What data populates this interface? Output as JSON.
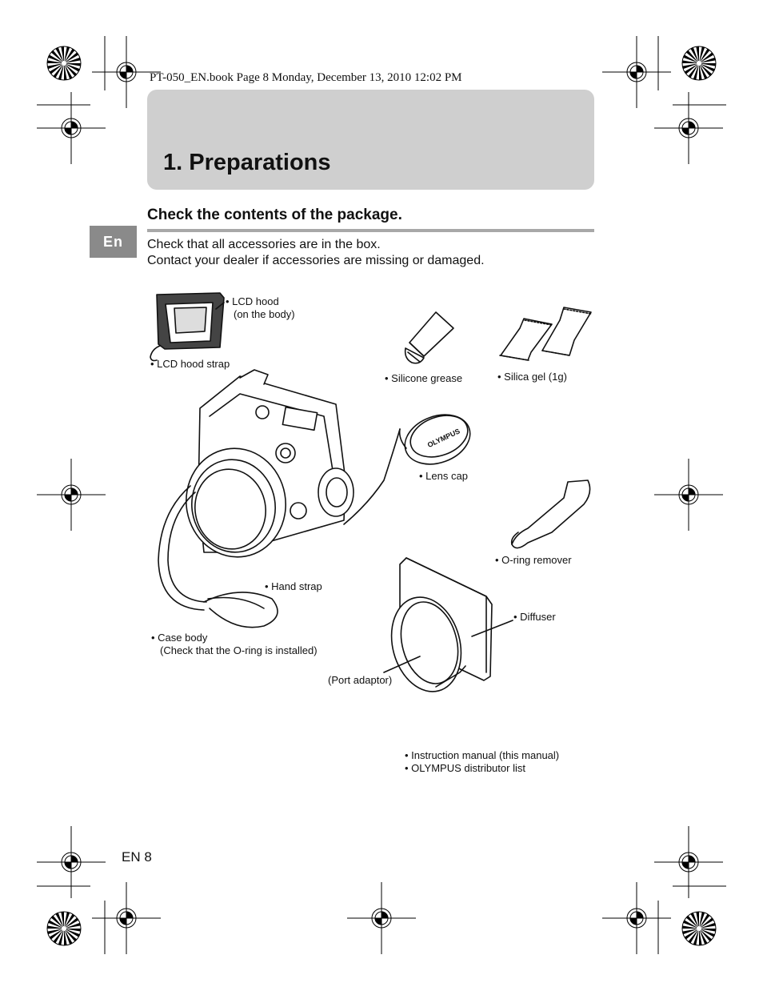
{
  "header_line": "PT-050_EN.book  Page 8  Monday, December 13, 2010  12:02 PM",
  "chapter_title": "1. Preparations",
  "section_heading": "Check the contents of the package.",
  "language_tab": "En",
  "intro": {
    "line1": "Check that all accessories are in the box.",
    "line2": "Contact your dealer if accessories are missing or damaged."
  },
  "labels": {
    "lcd_hood": "• LCD hood",
    "lcd_hood_note": "(on the body)",
    "lcd_hood_strap": "• LCD hood strap",
    "silicone_grease": "• Silicone grease",
    "silica_gel": "• Silica gel (1g)",
    "lens_cap": "• Lens cap",
    "lens_cap_brand": "OLYMPUS",
    "o_ring_remover": "• O-ring remover",
    "hand_strap": "• Hand strap",
    "diffuser": "• Diffuser",
    "case_body": "• Case body",
    "case_body_note": "(Check that the O-ring is installed)",
    "port_adaptor": "(Port adaptor)",
    "instruction_manual": "• Instruction manual (this manual)",
    "distributor_list": "• OLYMPUS distributor list"
  },
  "footer": "EN 8"
}
